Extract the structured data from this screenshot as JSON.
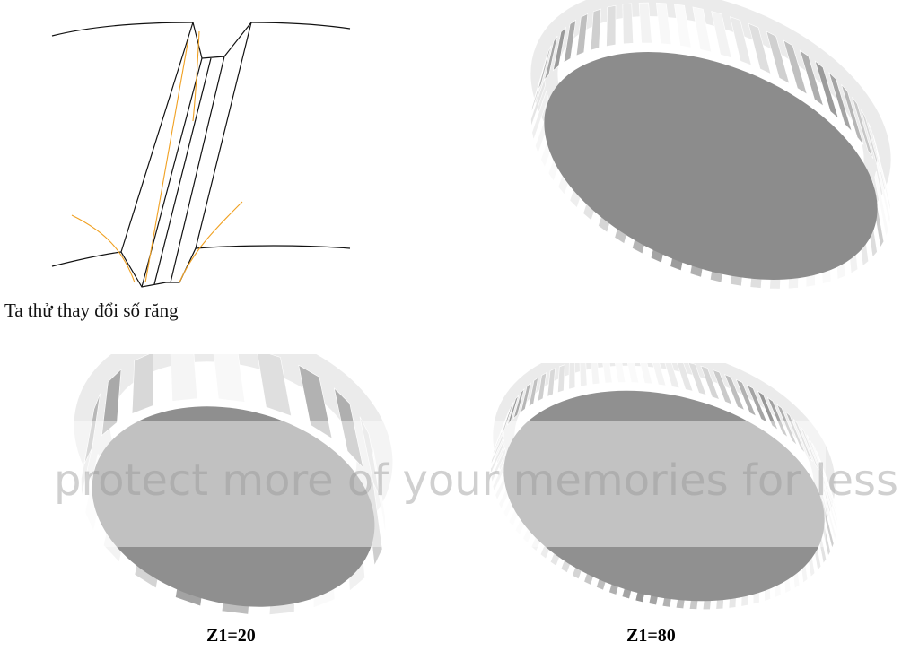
{
  "body_text": "Ta thử thay đổi số răng",
  "figures": {
    "z20": {
      "caption": "Z1=20",
      "teeth": 20
    },
    "z80": {
      "caption": "Z1=80",
      "teeth": 80
    },
    "large": {
      "teeth": 56
    }
  },
  "watermark": {
    "text": "protect more of your memories for less"
  },
  "colors": {
    "tooth_outline": "#111111",
    "involute_curve": "#f0a020",
    "gear_face": "#8c8c8c",
    "gear_tooth_light": "#e8e8e8"
  }
}
